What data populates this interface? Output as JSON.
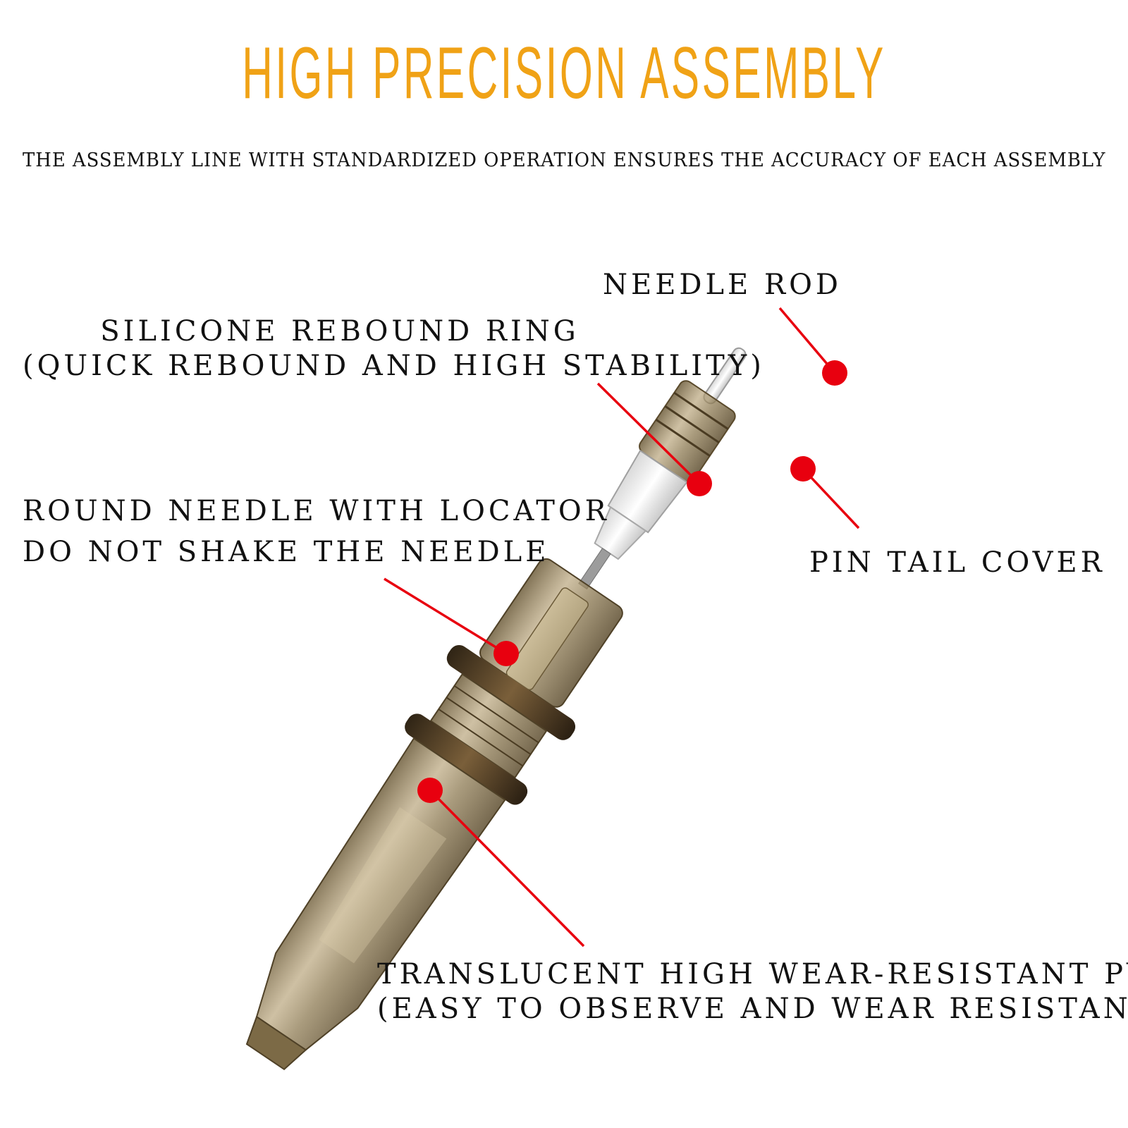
{
  "header": {
    "title": "HIGH PRECISION ASSEMBLY",
    "subtitle": "THE ASSEMBLY LINE WITH STANDARDIZED OPERATION ENSURES THE ACCURACY OF EACH ASSEMBLY"
  },
  "labels": {
    "needle_rod": "NEEDLE ROD",
    "silicone_line1": "SILICONE REBOUND RING",
    "silicone_line2": "(QUICK REBOUND AND HIGH STABILITY)",
    "round_line1": "ROUND NEEDLE WITH LOCATOR",
    "round_line2": "DO NOT SHAKE THE NEEDLE",
    "pin_tail": "PIN TAIL COVER",
    "pvc_line1": "TRANSLUCENT HIGH WEAR-RESISTANT PVC",
    "pvc_line2": "(EASY TO OBSERVE AND WEAR RESISTANT)"
  },
  "colors": {
    "title": "#f0a216",
    "marker": "#e8000f",
    "cartridge_body": "#8a7650",
    "text": "#111111"
  }
}
